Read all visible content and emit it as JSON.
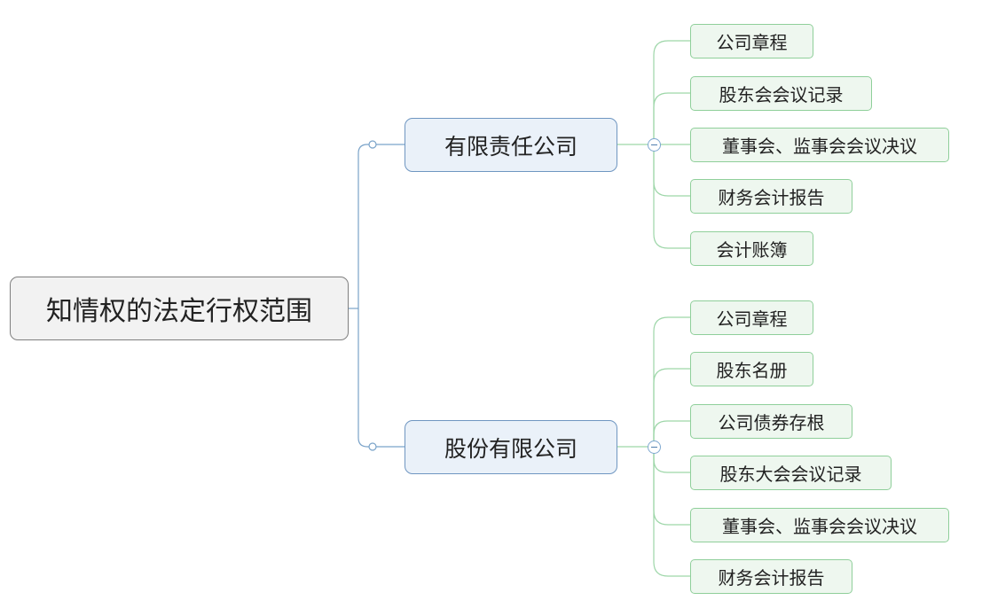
{
  "root": {
    "label": "知情权的法定行权范围"
  },
  "branches": [
    {
      "label": "有限责任公司",
      "children": [
        "公司章程",
        "股东会会议记录",
        "董事会、监事会会议决议",
        "财务会计报告",
        "会计账簿"
      ]
    },
    {
      "label": "股份有限公司",
      "children": [
        "公司章程",
        "股东名册",
        "公司债券存根",
        "股东大会会议记录",
        "董事会、监事会会议决议",
        "财务会计报告"
      ]
    }
  ],
  "colors": {
    "root_fill": "#f2f2f2",
    "root_border": "#7f7f7f",
    "branch_fill": "#eaf1f9",
    "branch_border": "#6f96c1",
    "leaf_fill": "#eef7ef",
    "leaf_border": "#8fcf9a",
    "root_connector": "#7aa3c9",
    "leaf_connector": "#9dd6a8"
  }
}
